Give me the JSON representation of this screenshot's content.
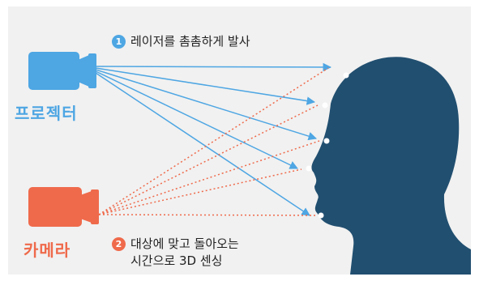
{
  "colors": {
    "background": "#f1f1f1",
    "projector": "#4ea6e3",
    "camera": "#ef6a4b",
    "head": "#214f70",
    "laser": "#4ea6e3",
    "return": "#ef6a4b",
    "dot": "#ffffff"
  },
  "icons": {
    "projector": "video-camera-icon",
    "camera": "video-camera-icon"
  },
  "projector": {
    "label": "프로젝터"
  },
  "camera": {
    "label": "카메라"
  },
  "step1": {
    "number": "1",
    "text": "레이저를 촘촘하게 발사"
  },
  "step2": {
    "number": "2",
    "line1": "대상에 맞고 돌아오는",
    "line2": "시간으로 3D 센싱"
  }
}
